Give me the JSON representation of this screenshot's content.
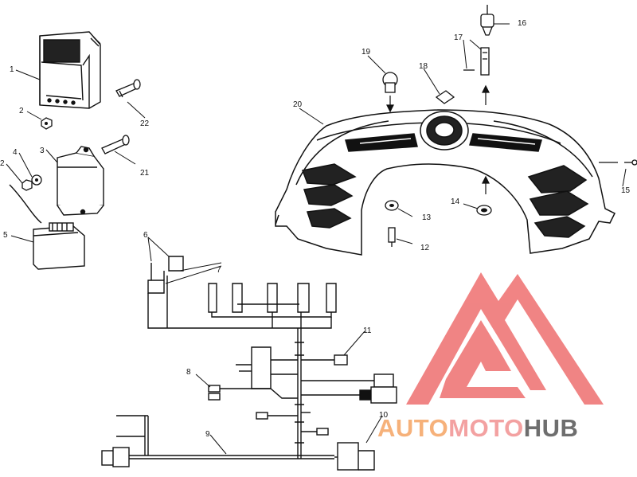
{
  "callouts": {
    "c1": "1",
    "c2a": "2",
    "c2b": "2",
    "c3": "3",
    "c4": "4",
    "c5": "5",
    "c6": "6",
    "c7": "7",
    "c8": "8",
    "c9": "9",
    "c10": "10",
    "c11": "11",
    "c12": "12",
    "c13": "13",
    "c14": "14",
    "c15": "15",
    "c16": "16",
    "c17": "17",
    "c18": "18",
    "c19": "19",
    "c20": "20",
    "c21": "21",
    "c22": "22"
  },
  "watermark": {
    "part1": "AUTO",
    "part2": "MOTO",
    "part3": "HUB",
    "colors": {
      "auto": "#f6b17a",
      "moto": "#f3a1a1",
      "hub": "#6e6e6e",
      "logo": "#ee6f6f"
    }
  }
}
